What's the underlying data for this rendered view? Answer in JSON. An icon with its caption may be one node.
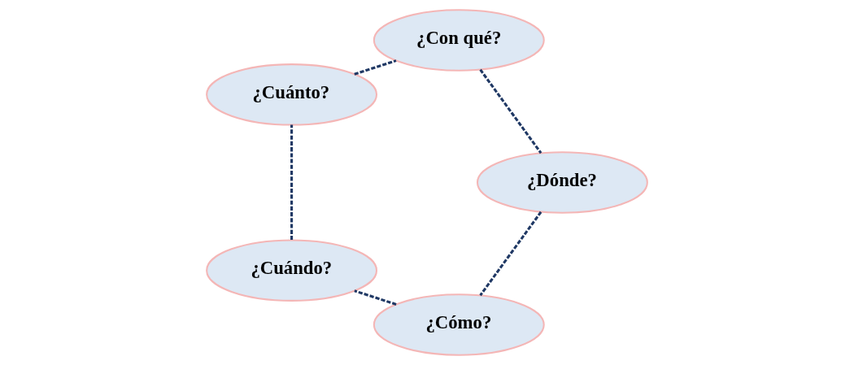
{
  "diagram": {
    "nodes": [
      {
        "text": [
          "¿Cómo?"
        ]
      },
      {
        "text": [
          "¿Dónde?"
        ]
      },
      {
        "text": [
          "¿Cuándo?"
        ]
      },
      {
        "text": [
          "¿Con qué?"
        ]
      },
      {
        "text": [
          "¿Cuánto?"
        ]
      }
    ],
    "edges": [
      {
        "from": 0,
        "to": 2,
        "arrow": "none",
        "style": "dashed"
      },
      {
        "from": 2,
        "to": 4,
        "arrow": "none",
        "style": "dashed"
      },
      {
        "from": 4,
        "to": 3,
        "arrow": "none",
        "style": "dashed"
      },
      {
        "from": 3,
        "to": 1,
        "arrow": "none",
        "style": "dashed"
      },
      {
        "from": 1,
        "to": 0,
        "arrow": "none",
        "style": "dashed"
      }
    ]
  }
}
